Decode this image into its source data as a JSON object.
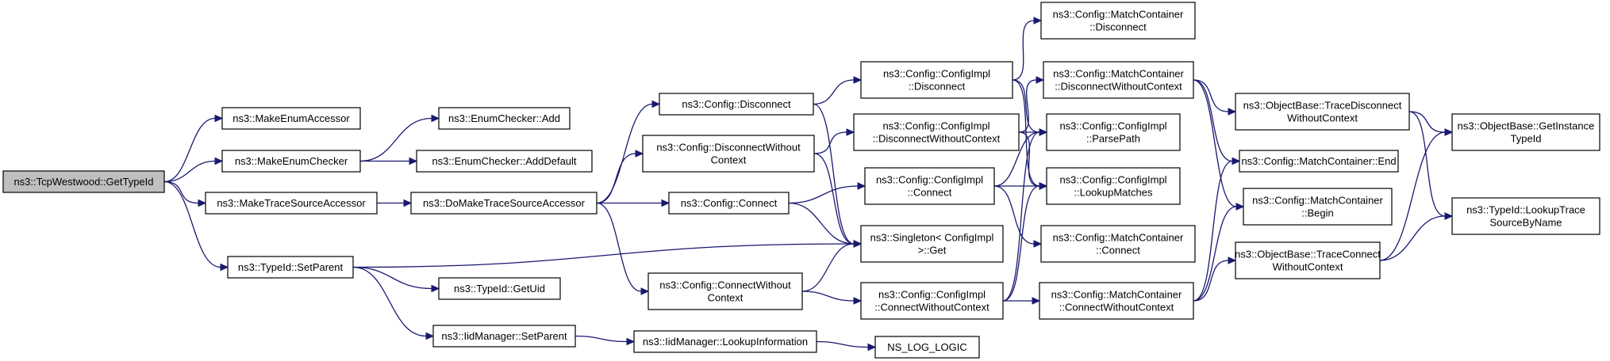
{
  "colors": {
    "edge": "#191970",
    "node_border": "#000000",
    "root_fill": "#bfbfbf",
    "node_fill": "#ffffff"
  },
  "nodes": [
    {
      "id": "n0",
      "lines": [
        "ns3::TcpWestwood::GetTypeId"
      ],
      "root": true
    },
    {
      "id": "n1",
      "lines": [
        "ns3::MakeEnumAccessor"
      ]
    },
    {
      "id": "n2",
      "lines": [
        "ns3::MakeEnumChecker"
      ]
    },
    {
      "id": "n3",
      "lines": [
        "ns3::MakeTraceSourceAccessor"
      ]
    },
    {
      "id": "n4",
      "lines": [
        "ns3::TypeId::SetParent"
      ]
    },
    {
      "id": "n5",
      "lines": [
        "ns3::EnumChecker::Add"
      ]
    },
    {
      "id": "n6",
      "lines": [
        "ns3::EnumChecker::AddDefault"
      ]
    },
    {
      "id": "n7",
      "lines": [
        "ns3::DoMakeTraceSourceAccessor"
      ]
    },
    {
      "id": "n8",
      "lines": [
        "ns3::TypeId::GetUid"
      ]
    },
    {
      "id": "n9",
      "lines": [
        "ns3::IidManager::SetParent"
      ]
    },
    {
      "id": "n10",
      "lines": [
        "ns3::Config::Disconnect"
      ]
    },
    {
      "id": "n11",
      "lines": [
        "ns3::Config::DisconnectWithout",
        "Context"
      ]
    },
    {
      "id": "n12",
      "lines": [
        "ns3::Config::Connect"
      ]
    },
    {
      "id": "n13",
      "lines": [
        "ns3::Config::ConnectWithout",
        "Context"
      ]
    },
    {
      "id": "n14",
      "lines": [
        "ns3::IidManager::LookupInformation"
      ]
    },
    {
      "id": "n15",
      "lines": [
        "ns3::Config::ConfigImpl",
        "::Disconnect"
      ]
    },
    {
      "id": "n16",
      "lines": [
        "ns3::Config::ConfigImpl",
        "::DisconnectWithoutContext"
      ]
    },
    {
      "id": "n17",
      "lines": [
        "ns3::Config::ConfigImpl",
        "::Connect"
      ]
    },
    {
      "id": "n18",
      "lines": [
        "ns3::Singleton< ConfigImpl",
        " >::Get"
      ]
    },
    {
      "id": "n19",
      "lines": [
        "ns3::Config::ConfigImpl",
        "::ConnectWithoutContext"
      ]
    },
    {
      "id": "n20",
      "lines": [
        "NS_LOG_LOGIC"
      ]
    },
    {
      "id": "n21",
      "lines": [
        "ns3::Config::MatchContainer",
        "::Disconnect"
      ]
    },
    {
      "id": "n22",
      "lines": [
        "ns3::Config::MatchContainer",
        "::DisconnectWithoutContext"
      ]
    },
    {
      "id": "n23",
      "lines": [
        "ns3::Config::ConfigImpl",
        "::ParsePath"
      ]
    },
    {
      "id": "n24",
      "lines": [
        "ns3::Config::ConfigImpl",
        "::LookupMatches"
      ]
    },
    {
      "id": "n25",
      "lines": [
        "ns3::Config::MatchContainer",
        "::Connect"
      ]
    },
    {
      "id": "n26",
      "lines": [
        "ns3::Config::MatchContainer",
        "::ConnectWithoutContext"
      ]
    },
    {
      "id": "n27",
      "lines": [
        "ns3::ObjectBase::TraceDisconnect",
        "WithoutContext"
      ]
    },
    {
      "id": "n28",
      "lines": [
        "ns3::Config::MatchContainer::End"
      ]
    },
    {
      "id": "n29",
      "lines": [
        "ns3::Config::MatchContainer",
        "::Begin"
      ]
    },
    {
      "id": "n30",
      "lines": [
        "ns3::ObjectBase::TraceConnect",
        "WithoutContext"
      ]
    },
    {
      "id": "n31",
      "lines": [
        "ns3::ObjectBase::GetInstance",
        "TypeId"
      ]
    },
    {
      "id": "n32",
      "lines": [
        "ns3::TypeId::LookupTrace",
        "SourceByName"
      ]
    }
  ],
  "edges": [
    [
      "n0",
      "n1"
    ],
    [
      "n0",
      "n2"
    ],
    [
      "n0",
      "n3"
    ],
    [
      "n0",
      "n4"
    ],
    [
      "n2",
      "n5"
    ],
    [
      "n2",
      "n6"
    ],
    [
      "n3",
      "n7"
    ],
    [
      "n4",
      "n18"
    ],
    [
      "n4",
      "n8"
    ],
    [
      "n4",
      "n9"
    ],
    [
      "n7",
      "n10"
    ],
    [
      "n7",
      "n11"
    ],
    [
      "n7",
      "n12"
    ],
    [
      "n7",
      "n13"
    ],
    [
      "n9",
      "n14"
    ],
    [
      "n10",
      "n15"
    ],
    [
      "n10",
      "n18"
    ],
    [
      "n11",
      "n16"
    ],
    [
      "n11",
      "n18"
    ],
    [
      "n12",
      "n17"
    ],
    [
      "n12",
      "n18"
    ],
    [
      "n13",
      "n18"
    ],
    [
      "n13",
      "n19"
    ],
    [
      "n14",
      "n20"
    ],
    [
      "n15",
      "n21"
    ],
    [
      "n15",
      "n23"
    ],
    [
      "n15",
      "n24"
    ],
    [
      "n16",
      "n22"
    ],
    [
      "n16",
      "n23"
    ],
    [
      "n16",
      "n24"
    ],
    [
      "n17",
      "n23"
    ],
    [
      "n17",
      "n24"
    ],
    [
      "n17",
      "n25"
    ],
    [
      "n19",
      "n23"
    ],
    [
      "n19",
      "n24"
    ],
    [
      "n19",
      "n26"
    ],
    [
      "n22",
      "n27"
    ],
    [
      "n22",
      "n28"
    ],
    [
      "n22",
      "n29"
    ],
    [
      "n26",
      "n28"
    ],
    [
      "n26",
      "n29"
    ],
    [
      "n26",
      "n30"
    ],
    [
      "n27",
      "n31"
    ],
    [
      "n27",
      "n32"
    ],
    [
      "n30",
      "n31"
    ],
    [
      "n30",
      "n32"
    ]
  ]
}
